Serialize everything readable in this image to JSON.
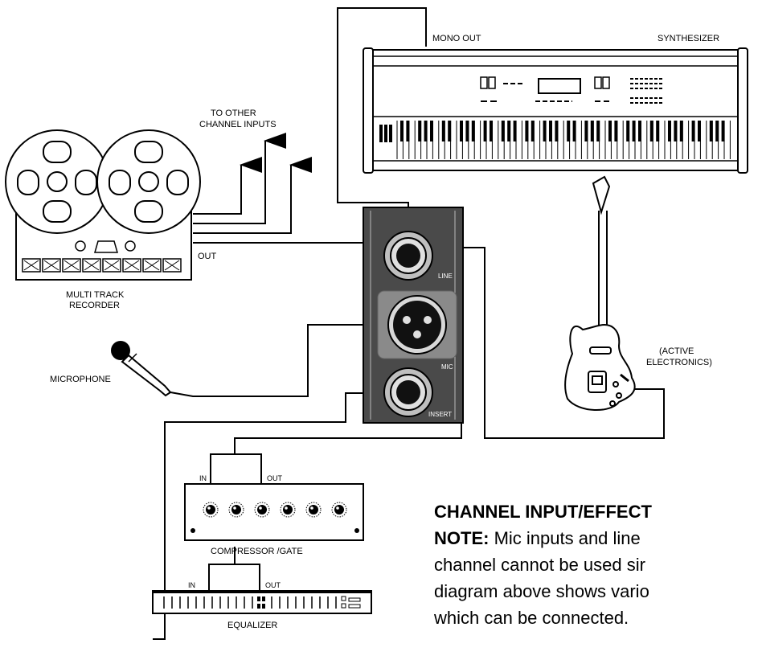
{
  "labels": {
    "mono_out": "MONO OUT",
    "synthesizer": "SYNTHESIZER",
    "to_other_1": "TO OTHER",
    "to_other_2": "CHANNEL INPUTS",
    "out": "OUT",
    "recorder_1": "MULTI TRACK",
    "recorder_2": "RECORDER",
    "microphone": "MICROPHONE",
    "active_1": "(ACTIVE",
    "active_2": "ELECTRONICS)",
    "comp_in": "IN",
    "comp_out": "OUT",
    "compressor": "COMPRESSOR /GATE",
    "eq_in": "IN",
    "eq_out": "OUT",
    "equalizer": "EQUALIZER"
  },
  "panel": {
    "line": "LINE",
    "mic": "MIC",
    "insert": "INSERT"
  },
  "text_block": {
    "title": "CHANNEL INPUT/EFFECT",
    "note_label": "NOTE:",
    "note_line1": " Mic inputs and line",
    "line2": "channel cannot be used sir",
    "line3": "diagram above shows vario",
    "line4": "which can be connected."
  }
}
